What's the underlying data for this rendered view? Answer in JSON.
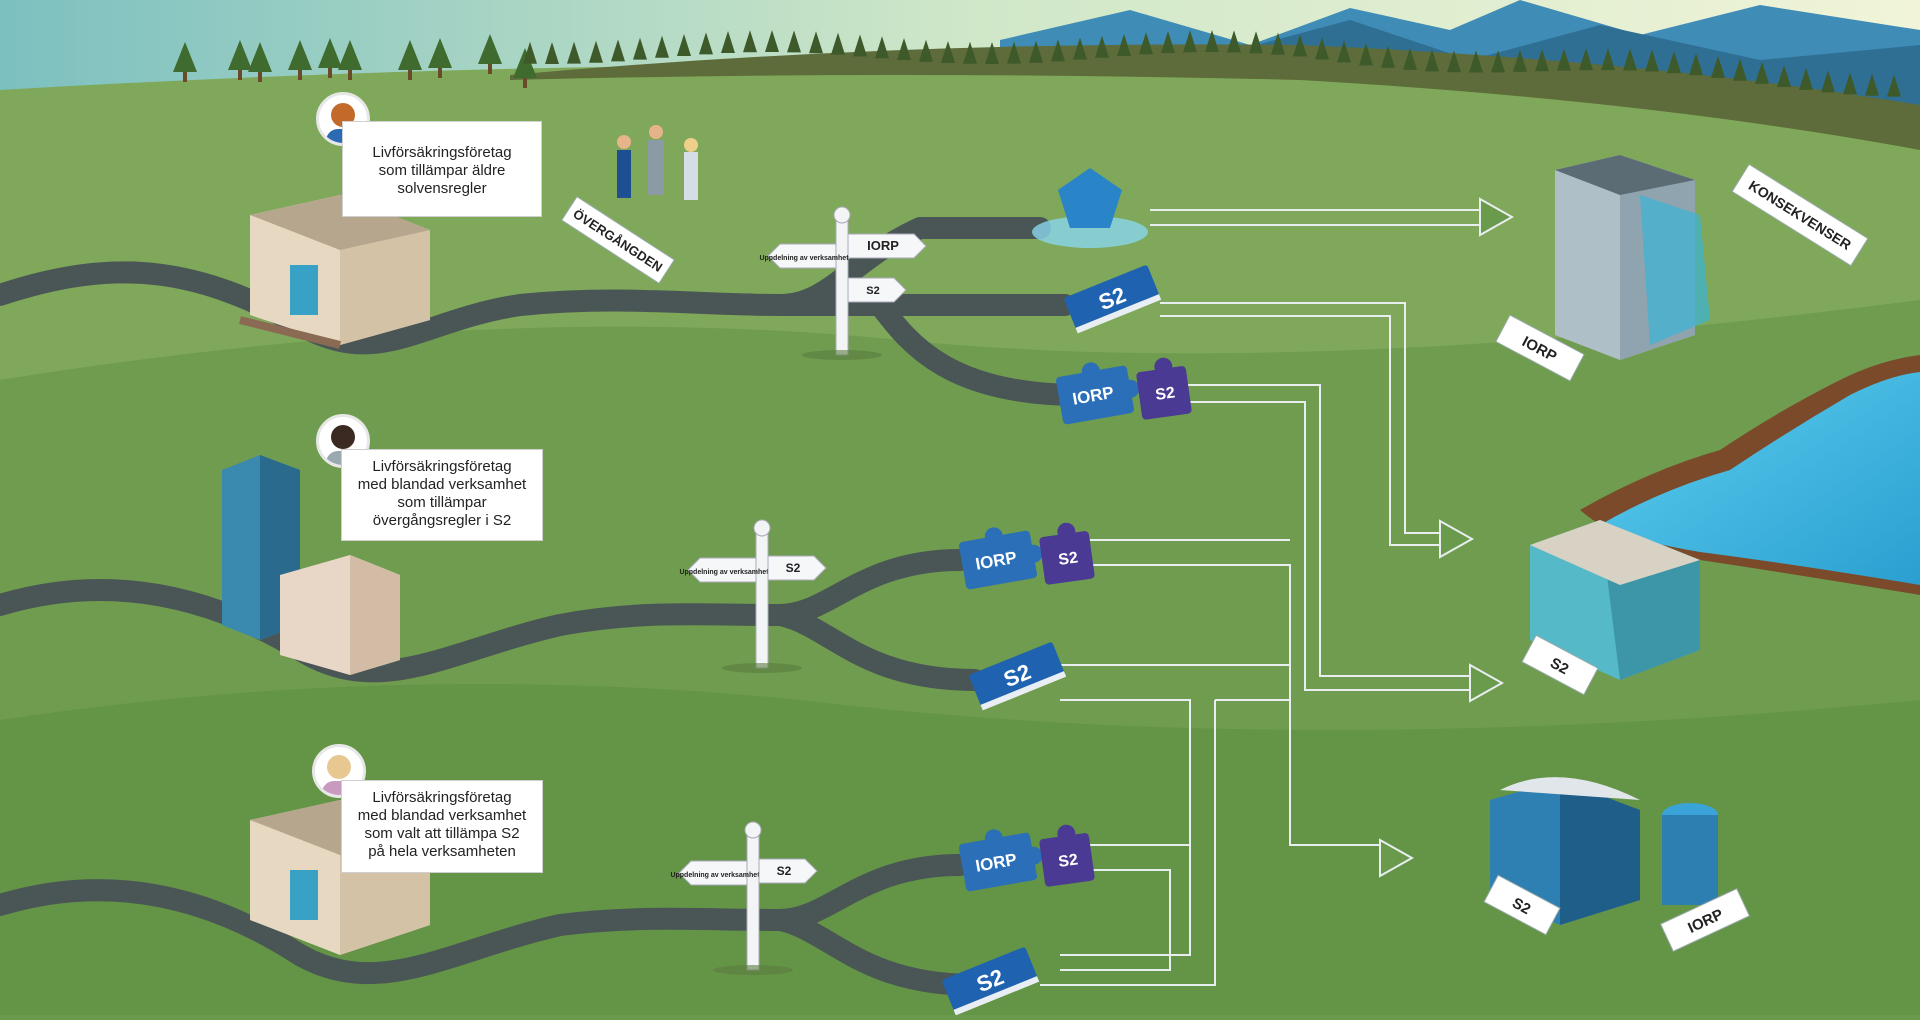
{
  "title": "",
  "companies": [
    {
      "id": "c1",
      "text": "Livförsäkringsföretag\nsom tillämpar äldre\nsolvensregler"
    },
    {
      "id": "c2",
      "text": "Livförsäkringsföretag\nmed blandad verksamhet\nsom tillämpar\növergångsregler i S2"
    },
    {
      "id": "c3",
      "text": "Livförsäkringsföretag\nmed blandad verksamhet\nsom valt att tillämpa S2\npå hela verksamheten"
    }
  ],
  "signs": {
    "overgangen": "ÖVERGÅNGDEN",
    "konsekvenser": "KONSEKVENSER",
    "signpost_top_iorp": "IORP",
    "signpost_top_s2": "S2",
    "signpost_split": "Uppdelning av verksamhet",
    "signpost_mid_s2": "S2",
    "signpost_low_s2": "S2"
  },
  "tokens": {
    "iorp": "IORP",
    "s2": "S2"
  },
  "outcomes": {
    "o1": "IORP",
    "o2": "S2",
    "o3_s2": "S2",
    "o3_iorp": "IORP"
  },
  "colors": {
    "grass": "#6a9a4c",
    "road": "#4a5656",
    "iorp_blue": "#2a6fb8",
    "s2_purple": "#4a3a93",
    "arrow": "#e8eef0",
    "water": "#3ab4e0"
  }
}
